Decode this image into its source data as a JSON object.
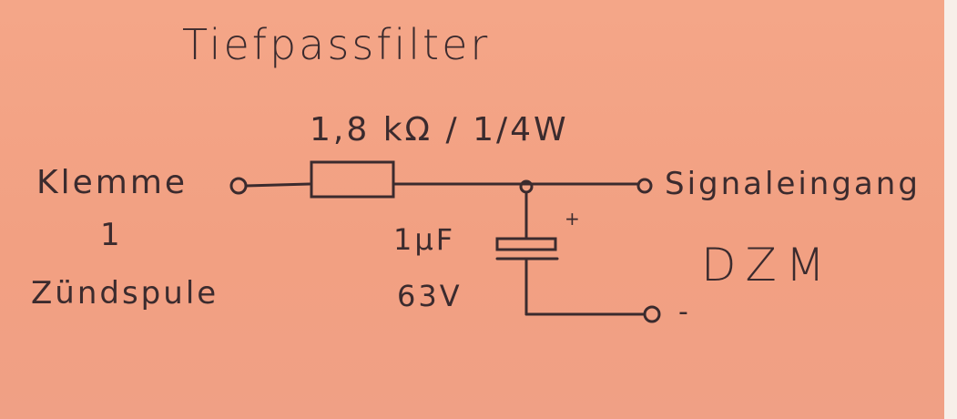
{
  "title": "Tiefpassfilter",
  "resistor_label": "1,8 kΩ / 1/4W",
  "left_terminal": {
    "line1": "Klemme",
    "line2": "1",
    "line3": "Zündspule"
  },
  "right_terminal": "Signaleingang",
  "capacitor": {
    "value": "1µF",
    "voltage": "63V",
    "polarity": "+"
  },
  "device": "DZM",
  "minus_terminal": "-"
}
